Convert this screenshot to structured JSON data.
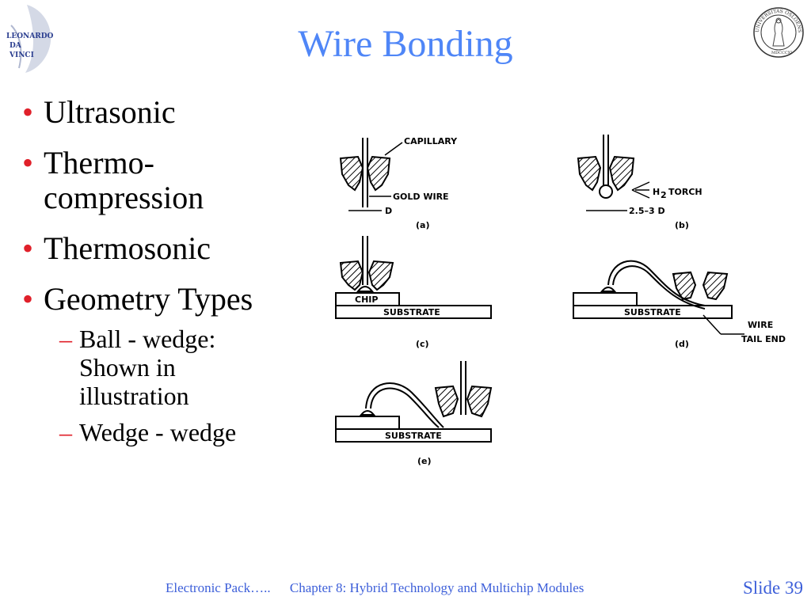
{
  "header": {
    "title": "Wire Bonding",
    "left_logo_text": [
      "LEONARDO",
      "DA",
      "VINCI"
    ],
    "right_seal_text": "UNIVERSITAS OSLOENSIS MDCCCXI"
  },
  "bullets": {
    "ultrasonic": "Ultrasonic",
    "thermo_1": "Thermo-",
    "thermo_2": "compression",
    "thermosonic": "Thermosonic",
    "geometry": "Geometry Types",
    "sub1_line1": "Ball - wedge:",
    "sub1_line2": "Shown in",
    "sub1_line3": "illustration",
    "sub2": "Wedge - wedge",
    "bullet_char": "•",
    "dash_char": "–"
  },
  "figure": {
    "capillary": "CAPILLARY",
    "gold_wire": "GOLD WIRE",
    "d": "D",
    "a": "(a)",
    "h2_h": "H",
    "h2_2": "2",
    "torch": "TORCH",
    "dim": "2.5–3 D",
    "b": "(b)",
    "chip": "CHIP",
    "substrate": "SUBSTRATE",
    "c": "(c)",
    "wire": "WIRE",
    "tail_end": "TAIL END",
    "dlabel": "(d)",
    "e": "(e)"
  },
  "footer": {
    "left": "Electronic Pack…..",
    "chapter": "Chapter 8: Hybrid Technology and Multichip Modules",
    "slide": "Slide 39"
  }
}
